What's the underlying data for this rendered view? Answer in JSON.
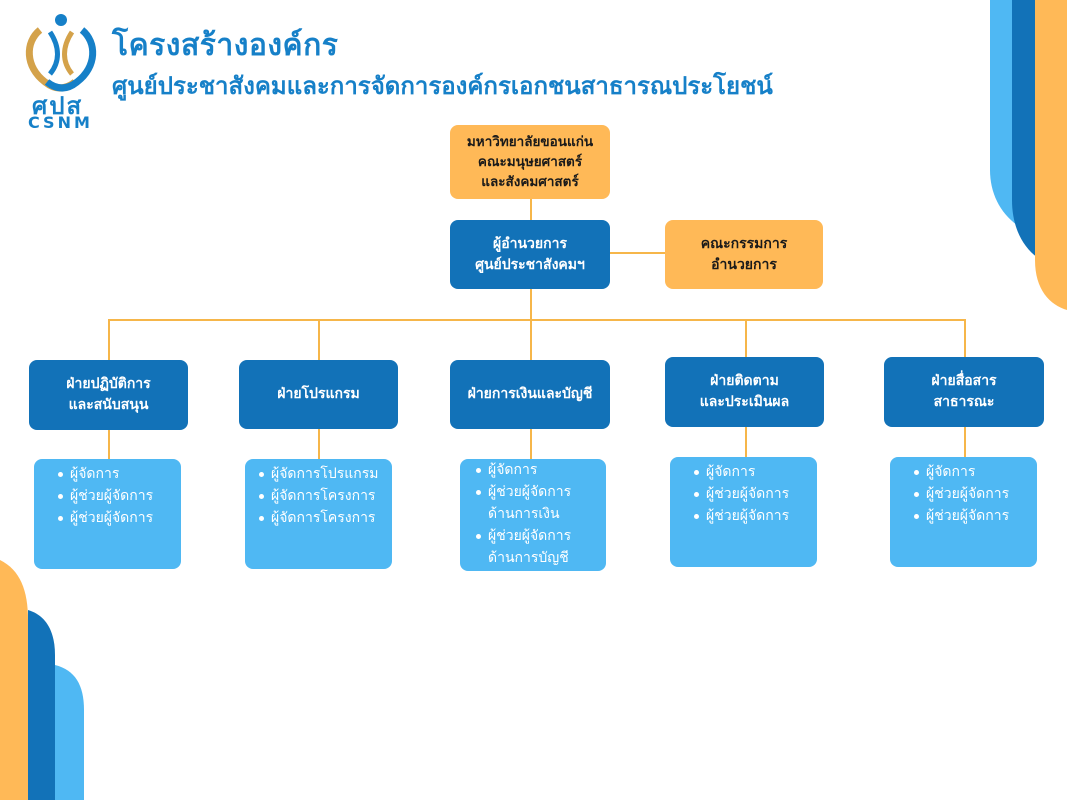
{
  "header": {
    "title": "โครงสร้างองค์กร",
    "subtitle": "ศูนย์ประชาสังคมและการจัดการองค์กรเอกชนสาธารณประโยชน์"
  },
  "logo": {
    "thai": "ศปส",
    "en": "CSNM"
  },
  "top": {
    "line1": "มหาวิทยาลัยขอนแก่น",
    "line2": "คณะมนุษยศาสตร์",
    "line3": "และสังคมศาสตร์"
  },
  "director": {
    "line1": "ผู้อำนวยการ",
    "line2": "ศูนย์ประชาสังคมฯ"
  },
  "committee": {
    "line1": "คณะกรรมการ",
    "line2": "อำนวยการ"
  },
  "departments": [
    {
      "line1": "ฝ่ายปฏิบัติการ",
      "line2": "และสนับสนุน",
      "items": [
        "ผู้จัดการ",
        "ผู้ช่วยผู้จัดการ",
        "ผู้ช่วยผู้จัดการ"
      ]
    },
    {
      "line1": "ฝ่ายโปรแกรม",
      "line2": "",
      "items": [
        "ผู้จัดการโปรแกรม",
        "ผู้จัดการโครงการ",
        "ผู้จัดการโครงการ"
      ]
    },
    {
      "line1": "ฝ่ายการเงินและบัญชี",
      "line2": "",
      "items": [
        "ผู้จัดการ",
        "ผู้ช่วยผู้จัดการ ด้านการเงิน",
        "ผู้ช่วยผู้จัดการ ด้านการบัญชี"
      ]
    },
    {
      "line1": "ฝ่ายติดตาม",
      "line2": "และประเมินผล",
      "items": [
        "ผู้จัดการ",
        "ผู้ช่วยผู้จัดการ",
        "ผู้ช่วยผู้จัดการ"
      ]
    },
    {
      "line1": "ฝ่ายสื่อสาร",
      "line2": "สาธารณะ",
      "items": [
        "ผู้จัดการ",
        "ผู้ช่วยผู้จัดการ",
        "ผู้ช่วยผู้จัดการ"
      ]
    }
  ],
  "colors": {
    "primary_blue": "#1272b8",
    "light_blue": "#4fb8f3",
    "orange": "#ffb957",
    "title_blue": "#1680c8"
  }
}
